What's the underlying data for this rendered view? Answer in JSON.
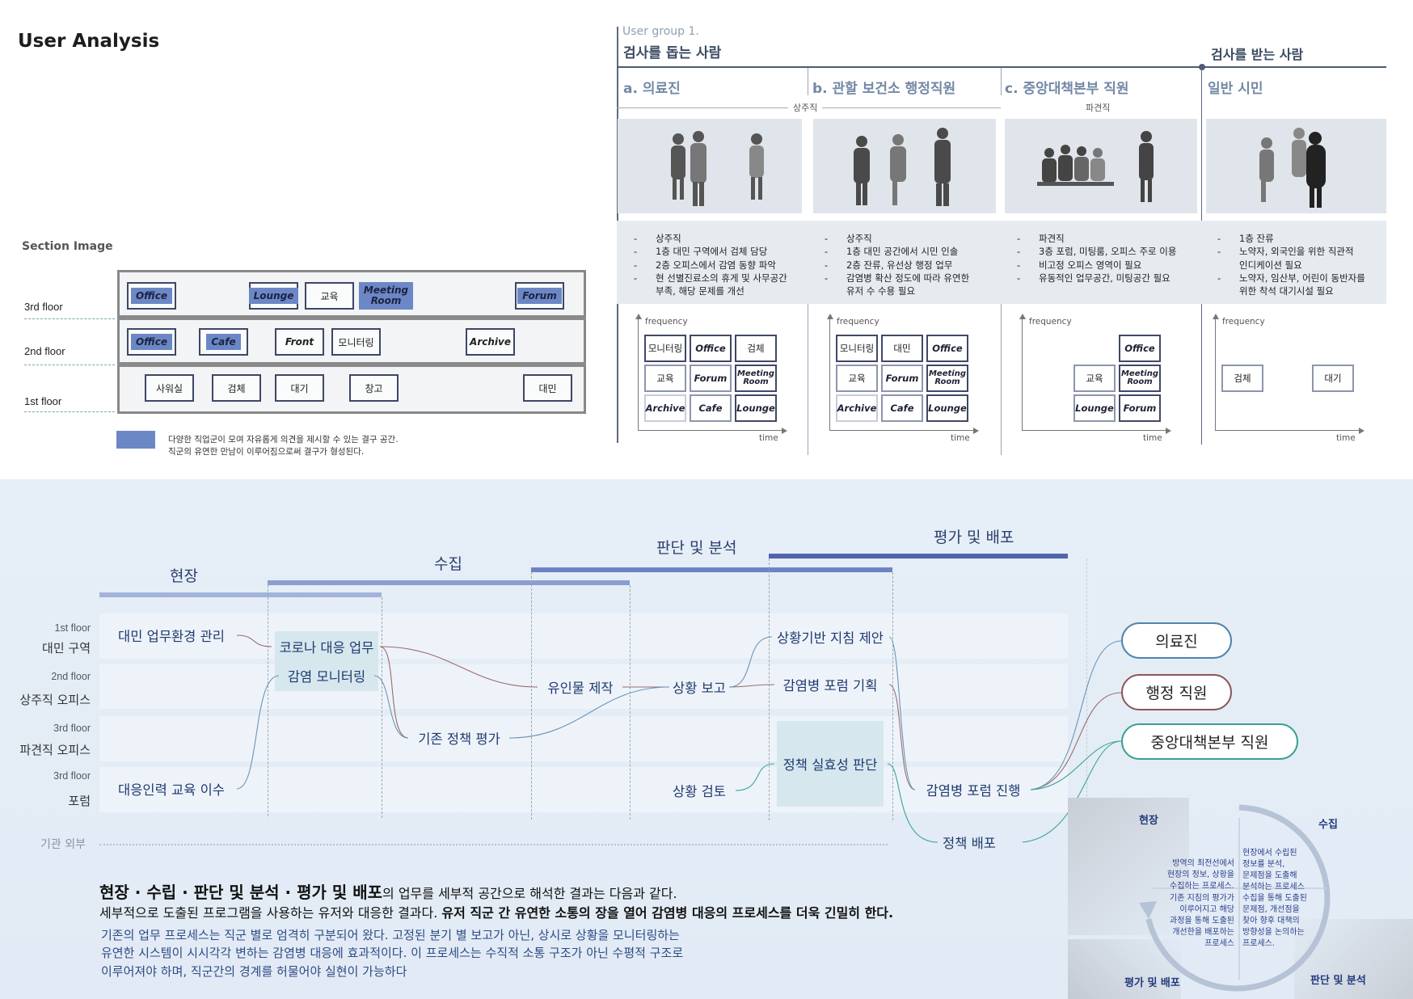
{
  "title": "User Analysis",
  "section": {
    "label": "Section Image",
    "floors": [
      {
        "label": "3rd floor",
        "rooms": [
          {
            "name": "Office",
            "shared": true
          },
          {
            "name": "Lounge",
            "shared": true
          },
          {
            "name": "교육",
            "shared": false
          },
          {
            "name": "Meeting Room",
            "shared": true
          },
          {
            "name": "Forum",
            "shared": true
          }
        ]
      },
      {
        "label": "2nd floor",
        "rooms": [
          {
            "name": "Office",
            "shared": true
          },
          {
            "name": "Cafe",
            "shared": true
          },
          {
            "name": "Front",
            "shared": false
          },
          {
            "name": "모니터링",
            "shared": false
          },
          {
            "name": "Archive",
            "shared": false
          }
        ]
      },
      {
        "label": "1st floor",
        "rooms": [
          {
            "name": "사워실",
            "shared": false
          },
          {
            "name": "검체",
            "shared": false
          },
          {
            "name": "대기",
            "shared": false
          },
          {
            "name": "창고",
            "shared": false
          },
          {
            "name": "대민",
            "shared": false
          }
        ]
      }
    ],
    "legend": [
      "다양한 직업군이 모여 자유롭게 의견을 제시할 수 있는 결구 공간.",
      "직군의 유연한 만남이 이루어짐으로써 결구가 형성된다."
    ],
    "legend_color": "#6c87c6"
  },
  "users": {
    "group_label": "User group 1.",
    "helpers_title": "검사를 돕는 사람",
    "receivers_title": "검사를 받는 사람",
    "resident_label": "상주직",
    "dispatched_label": "파견직",
    "axis": {
      "y": "frequency",
      "x": "time"
    },
    "columns": [
      {
        "header": "a.  의료진",
        "notes": [
          "상주직",
          "1층 대민 구역에서 검체 담당",
          "2층 오피스에서 감염 동향 파악",
          "현 선별진료소의 휴게 및 사무공간",
          "부족, 해당 문제를 개선"
        ],
        "note_dash": [
          true,
          true,
          true,
          true,
          false
        ],
        "cells": [
          {
            "label": "모니터링",
            "row": 0,
            "col": 0,
            "level": 3
          },
          {
            "label": "Office",
            "row": 0,
            "col": 1,
            "level": 3
          },
          {
            "label": "검체",
            "row": 0,
            "col": 2,
            "level": 3
          },
          {
            "label": "교육",
            "row": 1,
            "col": 0,
            "level": 2
          },
          {
            "label": "Forum",
            "row": 1,
            "col": 1,
            "level": 2
          },
          {
            "label": "Meeting Room",
            "row": 1,
            "col": 2,
            "level": 3
          },
          {
            "label": "Archive",
            "row": 2,
            "col": 0,
            "level": 1
          },
          {
            "label": "Cafe",
            "row": 2,
            "col": 1,
            "level": 2
          },
          {
            "label": "Lounge",
            "row": 2,
            "col": 2,
            "level": 3
          }
        ]
      },
      {
        "header": "b. 관할 보건소 행정직원",
        "notes": [
          "상주직",
          "1층 대민 공간에서 시민 인솔",
          "2층 잔류, 유선상 행정 업무",
          "감염병 확산 정도에 따라 유연한",
          "유저 수 수용 필요"
        ],
        "note_dash": [
          true,
          true,
          true,
          true,
          false
        ],
        "cells": [
          {
            "label": "모니터링",
            "row": 0,
            "col": 0,
            "level": 3
          },
          {
            "label": "대민",
            "row": 0,
            "col": 1,
            "level": 3
          },
          {
            "label": "Office",
            "row": 0,
            "col": 2,
            "level": 3
          },
          {
            "label": "교육",
            "row": 1,
            "col": 0,
            "level": 2
          },
          {
            "label": "Forum",
            "row": 1,
            "col": 1,
            "level": 2
          },
          {
            "label": "Meeting Room",
            "row": 1,
            "col": 2,
            "level": 3
          },
          {
            "label": "Archive",
            "row": 2,
            "col": 0,
            "level": 1
          },
          {
            "label": "Cafe",
            "row": 2,
            "col": 1,
            "level": 2
          },
          {
            "label": "Lounge",
            "row": 2,
            "col": 2,
            "level": 3
          }
        ]
      },
      {
        "header": "c. 중앙대책본부 직원",
        "notes": [
          "파견직",
          "3층 포럼, 미팅룸, 오피스 주로 이용",
          "비고정 오피스 영역이 필요",
          "유동적인 업무공간, 미팅공간 필요"
        ],
        "note_dash": [
          true,
          true,
          true,
          true
        ],
        "cells": [
          {
            "label": "Office",
            "row": 0,
            "col": 2,
            "level": 3
          },
          {
            "label": "교육",
            "row": 1,
            "col": 1,
            "level": 2
          },
          {
            "label": "Meeting Room",
            "row": 1,
            "col": 2,
            "level": 3
          },
          {
            "label": "Lounge",
            "row": 2,
            "col": 1,
            "level": 2
          },
          {
            "label": "Forum",
            "row": 2,
            "col": 2,
            "level": 3
          }
        ]
      },
      {
        "header": "일반 시민",
        "notes": [
          "1층 잔류",
          "노약자, 외국인을 위한 직관적",
          "인디케이션 필요",
          "노약자, 임산부, 어린이 동반자를",
          "위한 착석 대기시설 필요"
        ],
        "note_dash": [
          true,
          true,
          false,
          true,
          false
        ],
        "cells": [
          {
            "label": "검체",
            "row": 1,
            "col": 0,
            "level": 2
          },
          {
            "label": "대기",
            "row": 1,
            "col": 2,
            "level": 2
          }
        ]
      }
    ]
  },
  "process": {
    "phases": [
      {
        "label": "현장",
        "color": "#9fb0da"
      },
      {
        "label": "수집",
        "color": "#8b9dd0"
      },
      {
        "label": "판단 및 분석",
        "color": "#6e83c3"
      },
      {
        "label": "평가 및 배포",
        "color": "#5165ae"
      }
    ],
    "rows": [
      {
        "floor": "1st floor",
        "zone": "대민 구역"
      },
      {
        "floor": "2nd floor",
        "zone": "상주직 오피스"
      },
      {
        "floor": "3rd floor",
        "zone": "파견직 오피스"
      },
      {
        "floor": "3rd floor",
        "zone": "포럼"
      }
    ],
    "outside": "기관 외부",
    "nodes": [
      "대민 업무환경 관리",
      "코로나 대응 업무",
      "감염 모니터링",
      "대응인력 교육 이수",
      "기존 정책 평가",
      "유인물 제작",
      "상황 보고",
      "상황 검토",
      "상황기반 지침 제안",
      "감염병 포럼 기획",
      "정책 실효성 판단",
      "감염병 포럼 진행",
      "정책 배포"
    ],
    "roles": [
      {
        "label": "의료진",
        "color": "#4f84aa"
      },
      {
        "label": "행정 직원",
        "color": "#8a5858"
      },
      {
        "label": "중앙대책본부 직원",
        "color": "#3aa08f"
      }
    ]
  },
  "summary": {
    "lead_bold": "현장 · 수립 · 판단 및 분석 · 평가 및 배포",
    "lead_rest": "의 업무를 세부적 공간으로 해석한 결과는 다음과 같다.",
    "line2_normal": "세부적으로 도출된 프로그램을 사용하는 유저와 대응한 결과다. ",
    "line2_bold": "유저 직군 간 유연한 소통의 장을 열어 감염병 대응의 프로세스를 더욱 긴밀히 한다.",
    "paragraph": [
      "기존의 업무 프로세스는 직군 별로 엄격히 구분되어 왔다. 고정된 분기 별 보고가 아닌, 상시로 상황을 모니터링하는",
      "유연한 시스템이 시시각각 변하는 감염병 대응에 효과적이다. 이 프로세스는 수직적 소통 구조가 아닌 수평적 구조로",
      "이루어져야 하며, 직군간의 경계를 허물어야 실현이 가능하다"
    ]
  },
  "cycle": {
    "labels": [
      "현장",
      "수집",
      "평가 및 배포",
      "판단 및 분석"
    ],
    "texts": [
      [
        "방역의 최전선에서",
        "현장의 정보, 상황을",
        "수집하는 프로세스."
      ],
      [
        "현장에서 수립된",
        "정보를 분석,",
        "문제점을 도출해",
        "분석하는 프로세스"
      ],
      [
        "기존 지침의 평가가",
        "이루어지고 해당",
        "과정을 통해 도출된",
        "개선한을 배포하는",
        "프로세스"
      ],
      [
        "수집을 통해 도출된",
        "문제점, 개선점을",
        "찾아 향후 대책의",
        "방향성을 논의하는",
        "프로세스."
      ]
    ]
  }
}
